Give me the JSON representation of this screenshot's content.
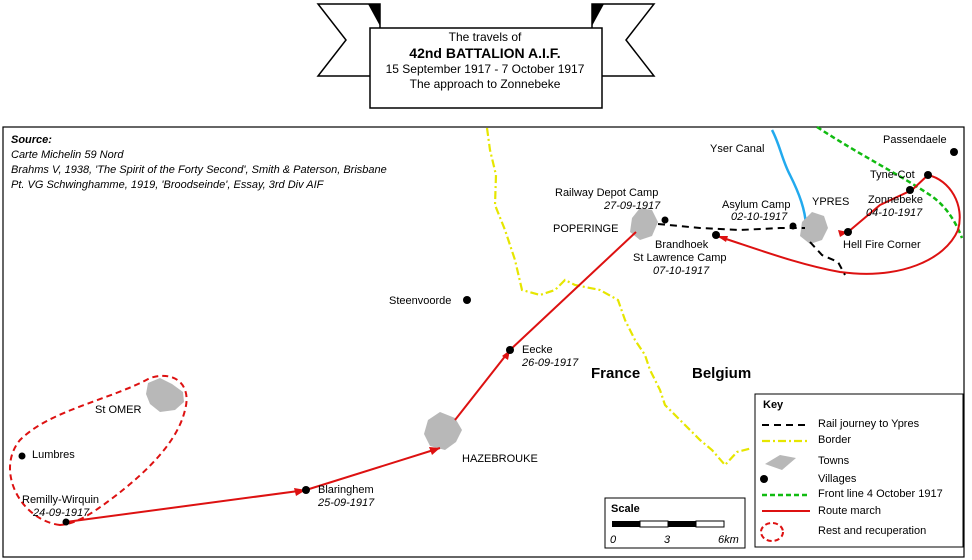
{
  "title": {
    "line1": "The travels of",
    "line2": "42nd BATTALION A.I.F.",
    "line3": "15 September 1917 - 7 October 1917",
    "line4": "The approach to Zonnebeke"
  },
  "source": {
    "heading": "Source:",
    "lines": [
      "Carte Michelin 59 Nord",
      "Brahms V, 1938, 'The Spirit of the Forty Second', Smith & Paterson, Brisbane",
      "Pt. VG Schwinghamme, 1919, 'Broodseinde', Essay, 3rd Div AIF"
    ]
  },
  "places": {
    "lumbres": "Lumbres",
    "st_omer": "St OMER",
    "remilly": "Remilly-Wirquin",
    "remilly_date": "24-09-1917",
    "blaringhem": "Blaringhem",
    "blaringhem_date": "25-09-1917",
    "hazebrouke": "HAZEBROUKE",
    "eecke": "Eecke",
    "eecke_date": "26-09-1917",
    "steenvoorde": "Steenvoorde",
    "poperinge": "POPERINGE",
    "railway_depot": "Railway Depot Camp",
    "railway_depot_date": "27-09-1917",
    "brandhoek": "Brandhoek",
    "st_lawrence": "St Lawrence Camp",
    "st_lawrence_date": "07-10-1917",
    "asylum": "Asylum Camp",
    "asylum_date": "02-10-1917",
    "ypres": "YPRES",
    "yser_canal": "Yser Canal",
    "hell_fire": "Hell Fire Corner",
    "passendaele": "Passendaele",
    "tyne_cot": "Tyne-Cot",
    "zonnebeke": "Zonnebeke",
    "zonnebeke_date": "04-10-1917"
  },
  "countries": {
    "france": "France",
    "belgium": "Belgium"
  },
  "key": {
    "title": "Key",
    "items": [
      "Rail journey to Ypres",
      "Border",
      "Towns",
      "Villages",
      "Front line 4 October 1917",
      "Route march",
      "Rest and recuperation"
    ]
  },
  "scale": {
    "title": "Scale",
    "labels": [
      "0",
      "3",
      "6km"
    ]
  },
  "colors": {
    "route": "#dd1111",
    "rail": "#000000",
    "border": "#e6e600",
    "front": "#11bb11",
    "canal": "#22aaee",
    "town": "#b8b8b8"
  }
}
